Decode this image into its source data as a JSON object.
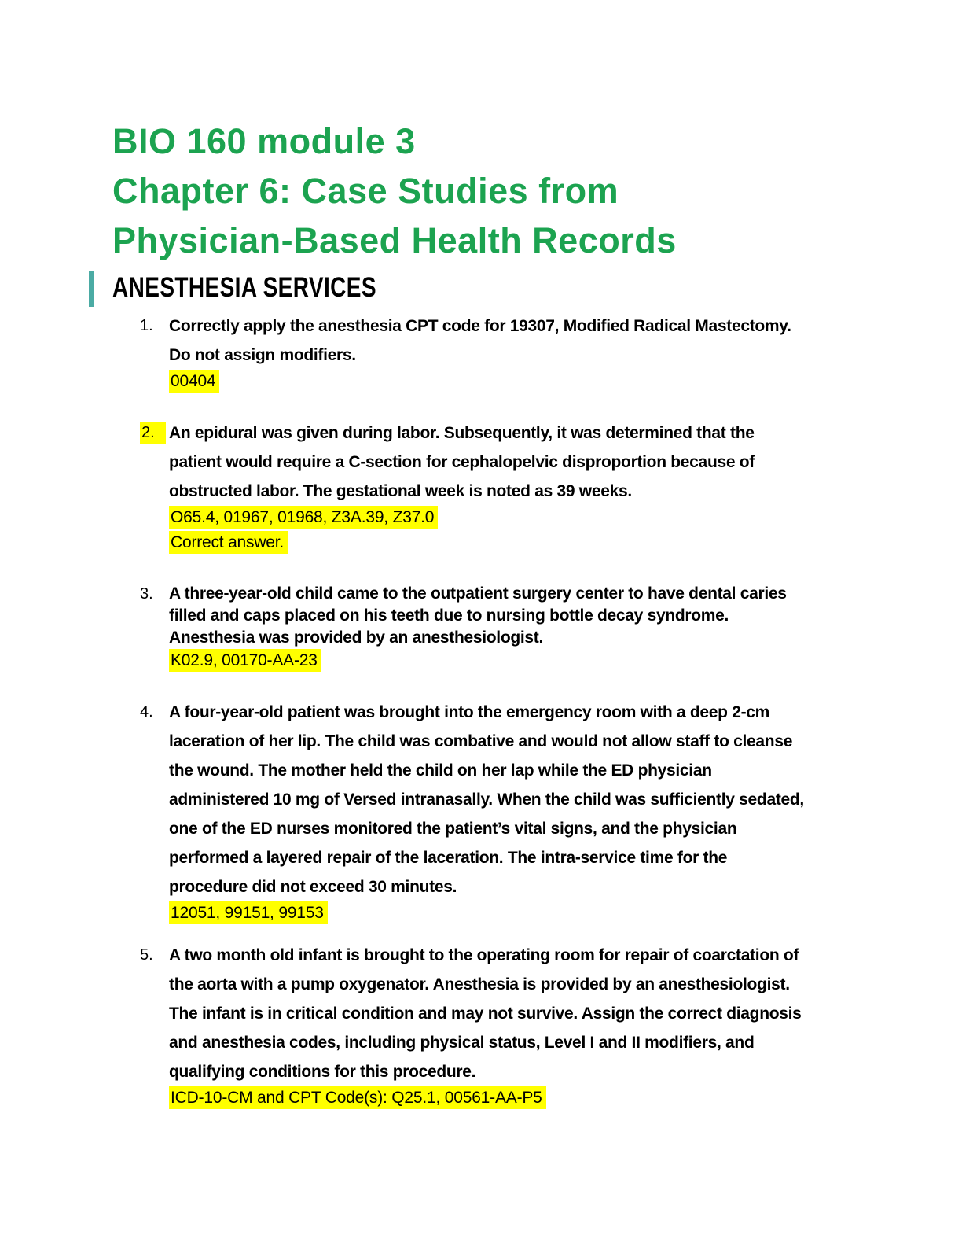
{
  "header": {
    "title_lines": [
      "BIO 160 module 3",
      "Chapter 6: Case Studies from",
      "Physician-Based Health Records"
    ],
    "section_heading": "ANESTHESIA SERVICES"
  },
  "colors": {
    "title_green": "#1CA350",
    "accent_teal": "#4BABA4",
    "highlight_yellow": "#FFFF00"
  },
  "questions": [
    {
      "number": "1.",
      "number_highlighted": false,
      "spacing": "spaced",
      "lines": [
        "Correctly apply the anesthesia CPT code for 19307, Modified Radical Mastectomy.",
        "Do not assign modifiers."
      ],
      "answers": [
        "00404"
      ]
    },
    {
      "number": "2.",
      "number_highlighted": true,
      "spacing": "spaced",
      "lines": [
        "An epidural was given during labor. Subsequently, it was determined that the",
        "patient would require a C-section for cephalopelvic disproportion because of",
        "obstructed labor. The gestational week is noted as 39 weeks."
      ],
      "answers": [
        "O65.4, 01967, 01968, Z3A.39, Z37.0",
        "Correct answer."
      ]
    },
    {
      "number": "3.",
      "number_highlighted": false,
      "spacing": "tight",
      "lines": [
        "A three-year-old child came to the outpatient surgery center to have dental caries",
        "filled and caps placed on his teeth due to nursing bottle decay syndrome.",
        "Anesthesia was provided by an anesthesiologist."
      ],
      "answers": [
        "K02.9, 00170-AA-23"
      ]
    },
    {
      "number": "4.",
      "number_highlighted": false,
      "spacing": "spaced",
      "lines": [
        "A four-year-old patient was brought into the emergency room with a deep 2-cm",
        "laceration of her lip. The child was combative and would not allow staff to cleanse",
        "the wound. The mother held the child on her lap while the ED physician",
        "administered 10 mg of Versed intranasally. When the child was sufficiently sedated,",
        "one of the ED nurses monitored the patient’s vital signs, and the physician",
        "performed a layered repair of the laceration. The intra-service time for the",
        "procedure did not exceed 30 minutes."
      ],
      "answers": [
        "12051, 99151, 99153"
      ]
    },
    {
      "number": "5.",
      "number_highlighted": false,
      "spacing": "spaced",
      "lines": [
        "A two month old infant is brought to the operating room for repair of coarctation of",
        "the aorta with a pump oxygenator. Anesthesia is provided by an anesthesiologist.",
        "The infant is in critical condition and may not survive. Assign the correct diagnosis",
        "and anesthesia codes, including physical status, Level I and II modifiers, and",
        "qualifying conditions for this procedure."
      ],
      "answers": [
        "ICD-10-CM and CPT Code(s): Q25.1, 00561-AA-P5"
      ]
    }
  ]
}
